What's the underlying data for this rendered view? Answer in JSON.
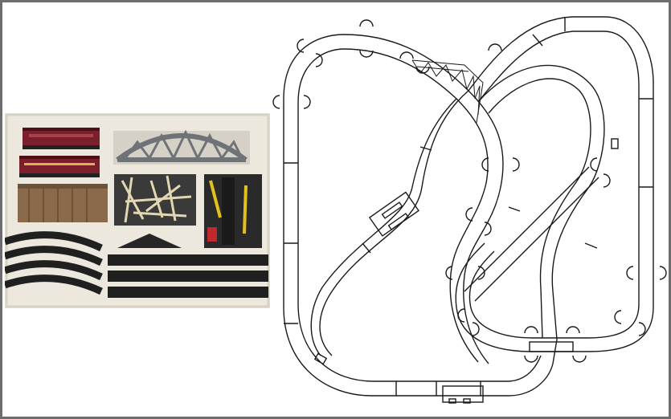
{
  "image": {
    "panels": [
      {
        "id": "box-photo",
        "kind": "photo",
        "subject": "train-set-box-contents"
      },
      {
        "id": "track-plan",
        "kind": "line-drawing",
        "subject": "figure-eight-track-layout"
      }
    ],
    "colors": {
      "frame": "#6d6d6d",
      "box_tray": "#ece8de",
      "train_car": "#7a1f2b",
      "bridge": "#6f7377",
      "track": "#202020",
      "building": "#8a6a4a",
      "accessory_yellow": "#e2c21a",
      "line": "#1a1a1a"
    }
  }
}
